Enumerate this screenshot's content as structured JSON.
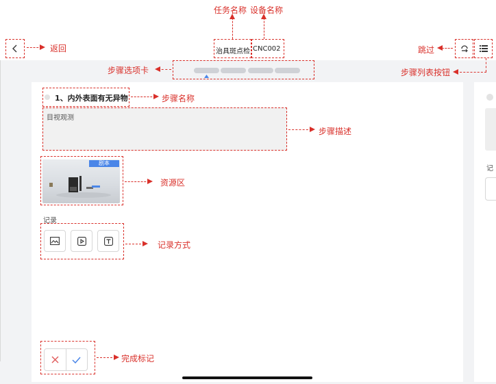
{
  "header": {
    "task_name": "治具斑点检",
    "device_name": "CNC002"
  },
  "step": {
    "title": "1、内外表面有无异物",
    "description": "目视观测",
    "resource_badge": "剧本",
    "record_label": "记录",
    "side_record_label": "记"
  },
  "annotations": {
    "task_name": "任务名称",
    "device_name": "设备名称",
    "back": "返回",
    "skip": "跳过",
    "step_tabs": "步骤选项卡",
    "step_list_button": "步骤列表按钮",
    "step_name": "步骤名称",
    "step_description": "步骤描述",
    "resource_area": "资源区",
    "record_method": "记录方式",
    "done_mark": "完成标记"
  },
  "colors": {
    "annotation": "#d9302a",
    "accent": "#4a86e8",
    "reject": "#e05a5a"
  },
  "icons": {
    "back": "chevron-left-icon",
    "skip": "skip-icon",
    "list": "list-icon",
    "image": "image-icon",
    "video": "video-play-icon",
    "text": "text-icon",
    "reject": "close-icon",
    "confirm": "check-icon"
  }
}
